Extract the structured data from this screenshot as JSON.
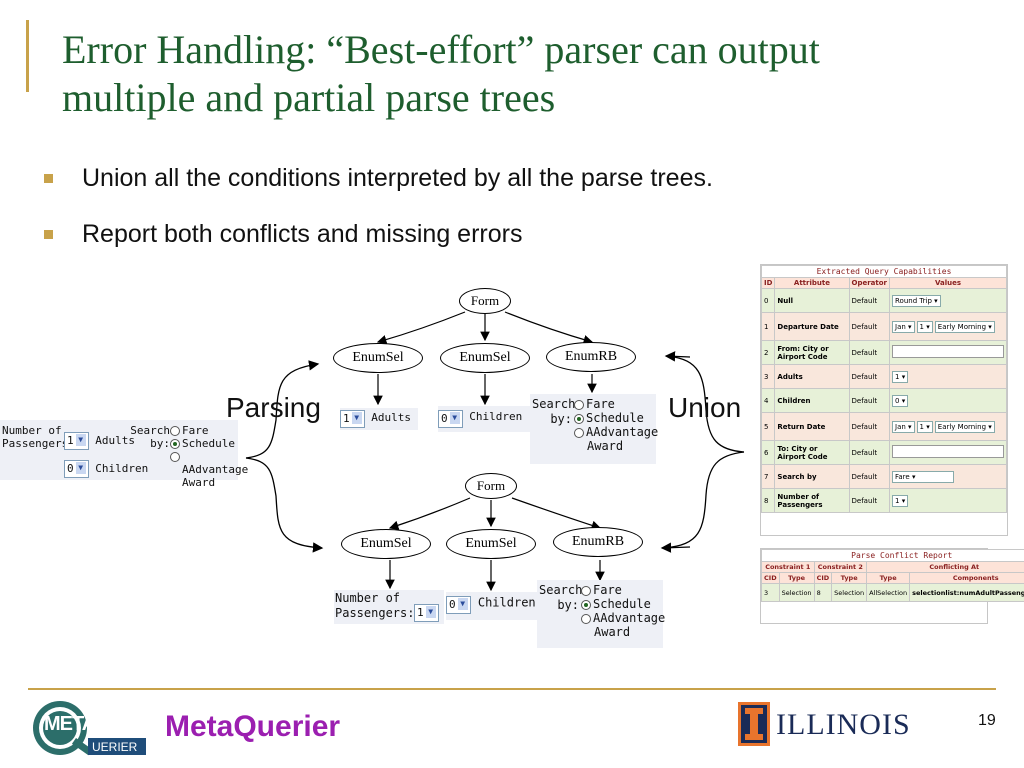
{
  "slide": {
    "title": "Error Handling: “Best-effort” parser can output multiple and partial parse trees",
    "bullets": [
      "Union all the conditions interpreted by all the parse trees.",
      "Report both conflicts and missing errors"
    ],
    "page_number": "19",
    "brand_name": "MetaQuerier",
    "logo_left_text": "META",
    "logo_sub_text": "UERIER",
    "university": "ILLINOIS"
  },
  "diagram": {
    "parsing_label": "Parsing",
    "union_label": "Union",
    "tree_top": {
      "root": "Form",
      "children": [
        "EnumSel",
        "EnumSel",
        "EnumRB"
      ]
    },
    "tree_bottom": {
      "root": "Form",
      "children": [
        "EnumSel",
        "EnumSel",
        "EnumRB"
      ]
    },
    "source_form": {
      "passengers_label": "Number of Passengers:",
      "adults_value": "1",
      "adults_label": "Adults",
      "children_value": "0",
      "children_label": "Children",
      "search_label": "Search by:",
      "options": [
        "Fare",
        "Schedule",
        "AAdvantage Award"
      ],
      "selected_option": "Schedule"
    },
    "top_widgets": {
      "adults_value": "1",
      "adults_label": "Adults",
      "children_value": "0",
      "children_label": "Children",
      "search_label": "Search by:",
      "options": [
        "Fare",
        "Schedule",
        "AAdvantage Award"
      ],
      "selected_option": "Schedule"
    },
    "bottom_widgets": {
      "passengers_label": "Number of Passengers:",
      "adults_value": "1",
      "children_value": "0",
      "children_label": "Children",
      "search_label": "Search by:",
      "options": [
        "Fare",
        "Schedule",
        "AAdvantage Award"
      ],
      "selected_option": "Schedule"
    }
  },
  "capabilities": {
    "title": "Extracted Query Capabilities",
    "headers": [
      "ID",
      "Attribute",
      "Operator",
      "Values"
    ],
    "rows": [
      {
        "id": "0",
        "attr": "Null",
        "op": "Default",
        "values": [
          "Round Trip"
        ]
      },
      {
        "id": "1",
        "attr": "Departure Date",
        "op": "Default",
        "values": [
          "Jan",
          "1",
          "Early Morning"
        ]
      },
      {
        "id": "2",
        "attr": "From: City or Airport Code",
        "op": "Default",
        "values": []
      },
      {
        "id": "3",
        "attr": "Adults",
        "op": "Default",
        "values": [
          "1"
        ]
      },
      {
        "id": "4",
        "attr": "Children",
        "op": "Default",
        "values": [
          "0"
        ]
      },
      {
        "id": "5",
        "attr": "Return Date",
        "op": "Default",
        "values": [
          "Jan",
          "1",
          "Early Morning"
        ]
      },
      {
        "id": "6",
        "attr": "To: City or Airport Code",
        "op": "Default",
        "values": []
      },
      {
        "id": "7",
        "attr": "Search by",
        "op": "Default",
        "values": [
          "Fare"
        ]
      },
      {
        "id": "8",
        "attr": "Number of Passengers",
        "op": "Default",
        "values": [
          "1"
        ]
      }
    ]
  },
  "conflict": {
    "title": "Parse Conflict Report",
    "group_headers": [
      "Constraint 1",
      "Constraint 2",
      "Conflicting At"
    ],
    "headers": [
      "CID",
      "Type",
      "CID",
      "Type",
      "Type",
      "Components"
    ],
    "row": [
      "3",
      "Selection",
      "8",
      "Selection",
      "AllSelection",
      "selectionlist:numAdultPassengers,"
    ]
  }
}
